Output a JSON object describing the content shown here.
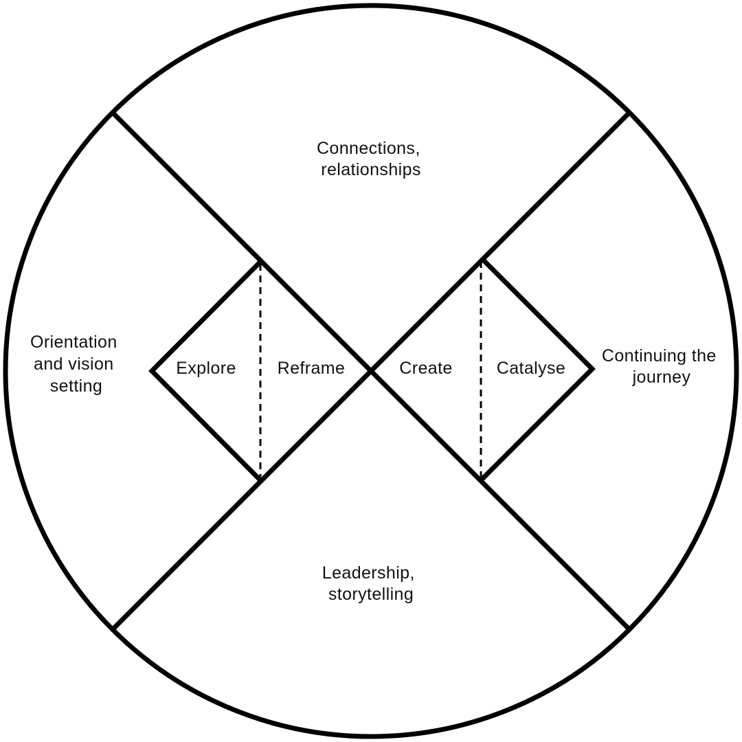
{
  "colors": {
    "line": "#000000",
    "text": "#111111",
    "background": "#ffffff"
  },
  "labels": {
    "top": [
      "Connections,",
      "relationships"
    ],
    "left": [
      "Orientation",
      "and vision",
      "setting"
    ],
    "right": [
      "Continuing the",
      "journey"
    ],
    "bottom": [
      "Leadership,",
      "storytelling"
    ],
    "explore": "Explore",
    "reframe": "Reframe",
    "create": "Create",
    "catalyse": "Catalyse"
  }
}
